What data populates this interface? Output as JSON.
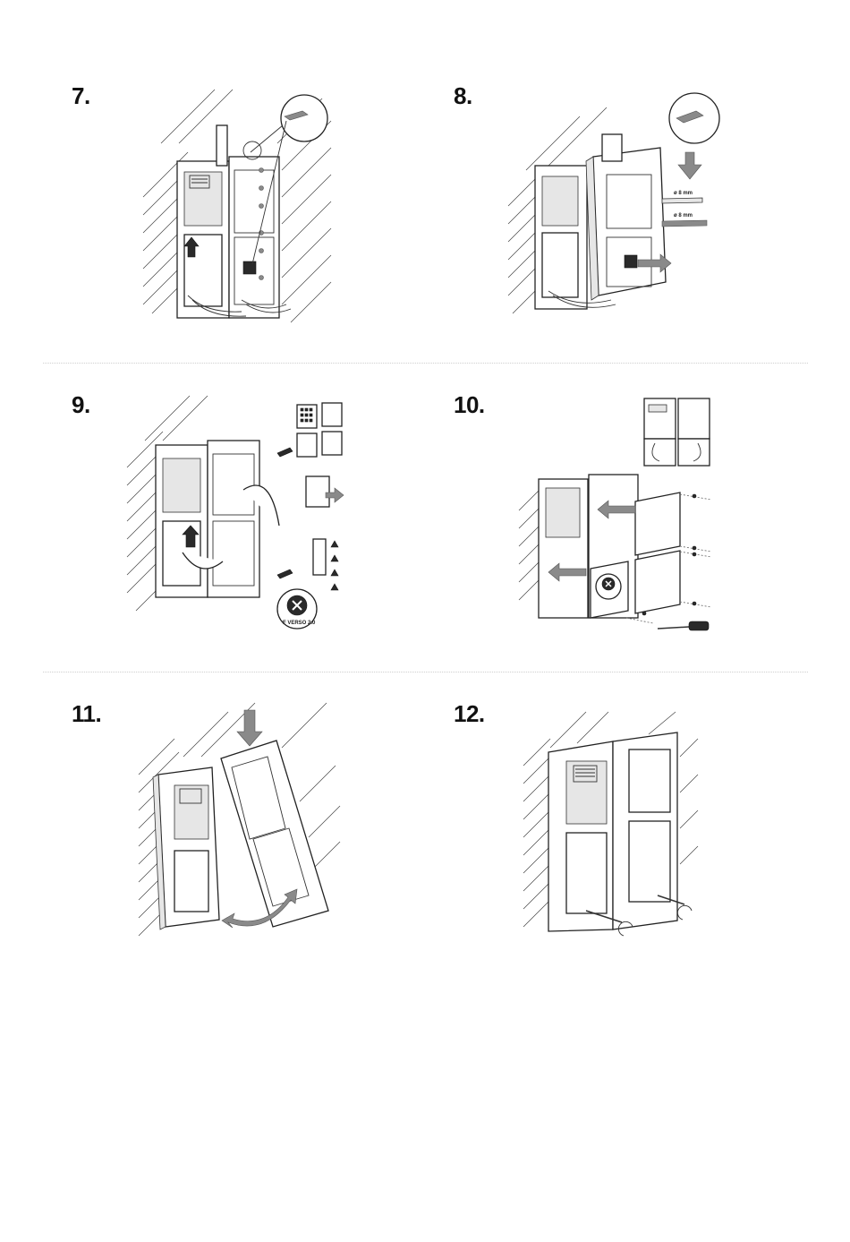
{
  "steps": [
    {
      "number": "7."
    },
    {
      "number": "8."
    },
    {
      "number": "9."
    },
    {
      "number": "10."
    },
    {
      "number": "11."
    },
    {
      "number": "12."
    }
  ],
  "drill": {
    "bit_large": "ø 8 mm",
    "bit_small": "ø 8 mm"
  },
  "badge": {
    "text": "F VERSO 2.0"
  }
}
